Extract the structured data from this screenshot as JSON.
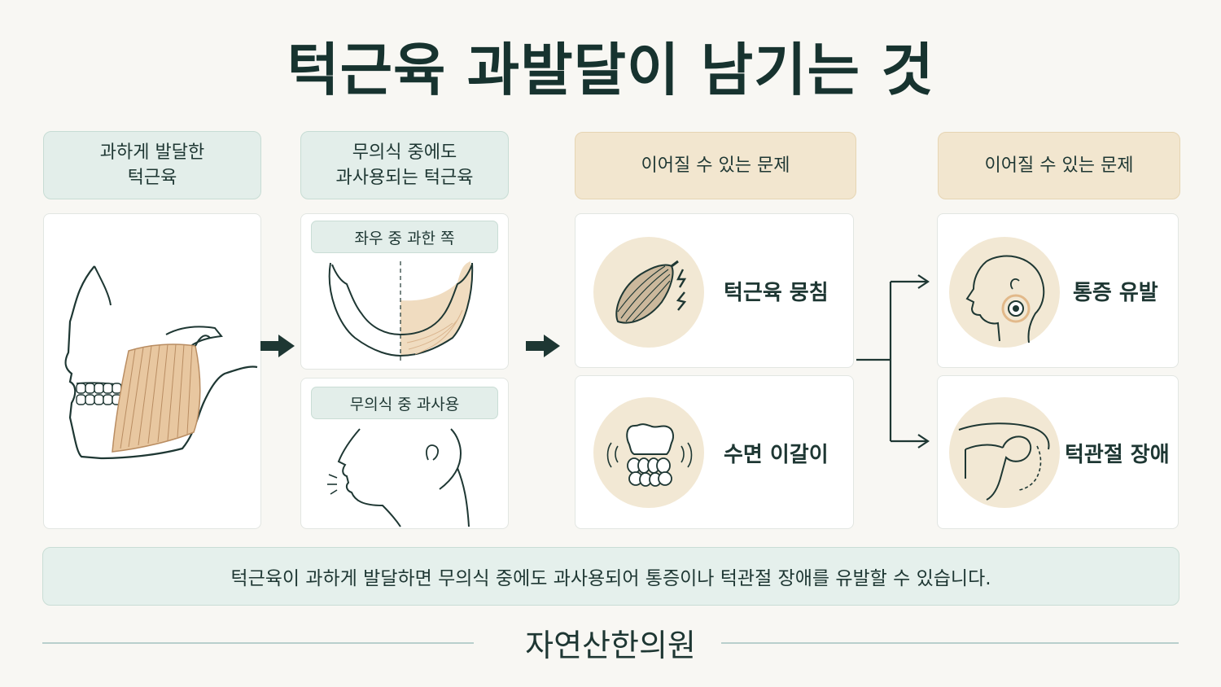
{
  "title": "턱근육 과발달이 남기는 것",
  "headers": {
    "h1": "과하게 발달한\n턱근육",
    "h2": "무의식 중에도\n과사용되는 턱근육",
    "h3": "이어질 수 있는 문제",
    "h4": "이어질 수 있는 문제"
  },
  "panels": {
    "asymmetry_label": "좌우 중 과한 쪽",
    "unconscious_label": "무의식 중 과사용"
  },
  "problems": [
    {
      "label": "턱근육 뭉침",
      "icon": "muscle-icon"
    },
    {
      "label": "수면 이갈이",
      "icon": "teeth-icon"
    }
  ],
  "outcomes": [
    {
      "label": "통증 유발",
      "icon": "head-pain-icon"
    },
    {
      "label": "턱관절 장애",
      "icon": "jaw-joint-icon"
    }
  ],
  "summary": "턱근육이 과하게 발달하면 무의식 중에도 과사용되어 통증이나 턱관절 장애를 유발할 수 있습니다.",
  "footer": "자연산한의원",
  "colors": {
    "background": "#f8f7f3",
    "dark_green": "#1e3733",
    "header_green": "#e3eeea",
    "header_tan": "#f2e6cf",
    "circle_beige": "#f2e8d4",
    "muscle_tan": "#e8c7a0"
  }
}
